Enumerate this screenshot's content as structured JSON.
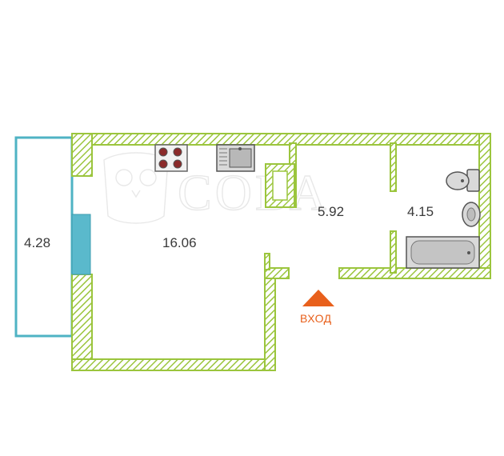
{
  "rooms": [
    {
      "id": "balcony",
      "area": "4.28"
    },
    {
      "id": "living",
      "area": "16.06"
    },
    {
      "id": "hall",
      "area": "5.92"
    },
    {
      "id": "bathroom",
      "area": "4.15"
    }
  ],
  "entrance": {
    "label": "ВХОД",
    "color": "#e8601c"
  },
  "watermark": {
    "text": "СОВА"
  },
  "colors": {
    "wall": "#9bc53d",
    "balcony": "#4fb3c4",
    "window": "#5ab9cc",
    "text": "#3a3a3a"
  },
  "fixtures": [
    "stove-icon",
    "sink-icon",
    "toilet-icon",
    "washbasin-icon",
    "bathtub-icon"
  ]
}
